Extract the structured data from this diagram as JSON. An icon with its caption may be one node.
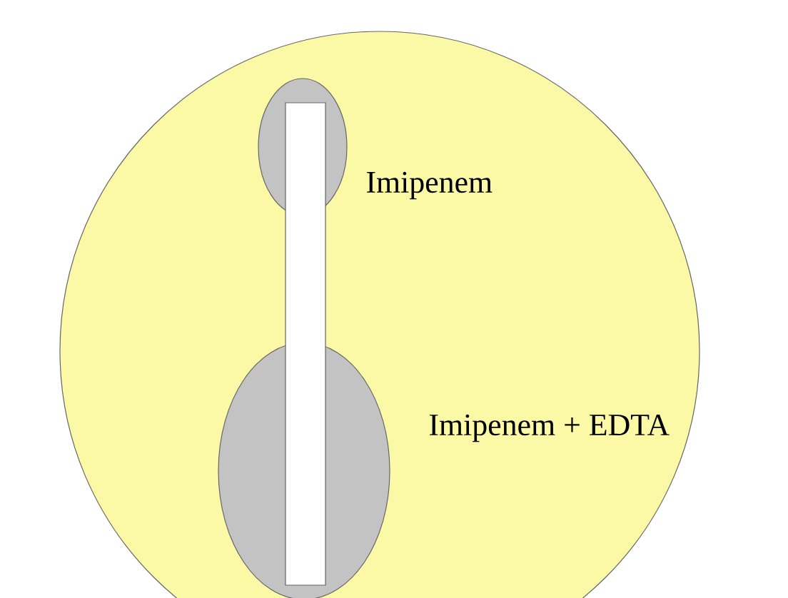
{
  "diagram": {
    "nodes": [
      {
        "text": [],
        "shape": "circle"
      },
      {
        "text": [],
        "shape": "ellipse",
        "in": 0,
        "beside": [
          "Imipenem"
        ]
      },
      {
        "text": [],
        "shape": "ellipse",
        "in": 0,
        "beside": [
          "Imipenem + EDTA"
        ]
      },
      {
        "text": [],
        "shape": "bar",
        "in": 0
      }
    ]
  }
}
